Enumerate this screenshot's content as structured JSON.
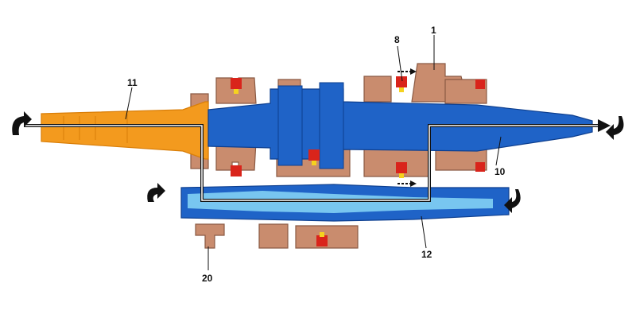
{
  "colors": {
    "background": "#ffffff",
    "input_shaft": "#f39a1e",
    "input_shaft_dark": "#d97e08",
    "main_shaft": "#1f63c7",
    "main_shaft_dark": "#0e3f8f",
    "countershaft_light": "#78c6f0",
    "gear_body": "#c98c6e",
    "gear_outline": "#8a5a44",
    "synchro_red": "#d9241b",
    "synchro_yellow": "#f5d21f",
    "power_flow": "#111111",
    "power_flow_inner": "#ffffff"
  },
  "callouts": [
    {
      "id": "callout-11",
      "text": "11"
    },
    {
      "id": "callout-8",
      "text": "8"
    },
    {
      "id": "callout-1",
      "text": "1"
    },
    {
      "id": "callout-10",
      "text": "10"
    },
    {
      "id": "callout-12",
      "text": "12"
    },
    {
      "id": "callout-20",
      "text": "20"
    }
  ],
  "icons": {
    "rotation": "curved-rotation-arrow-icon",
    "shift": "dashed-shift-arrow-icon",
    "flow": "power-flow-arrow-icon"
  }
}
